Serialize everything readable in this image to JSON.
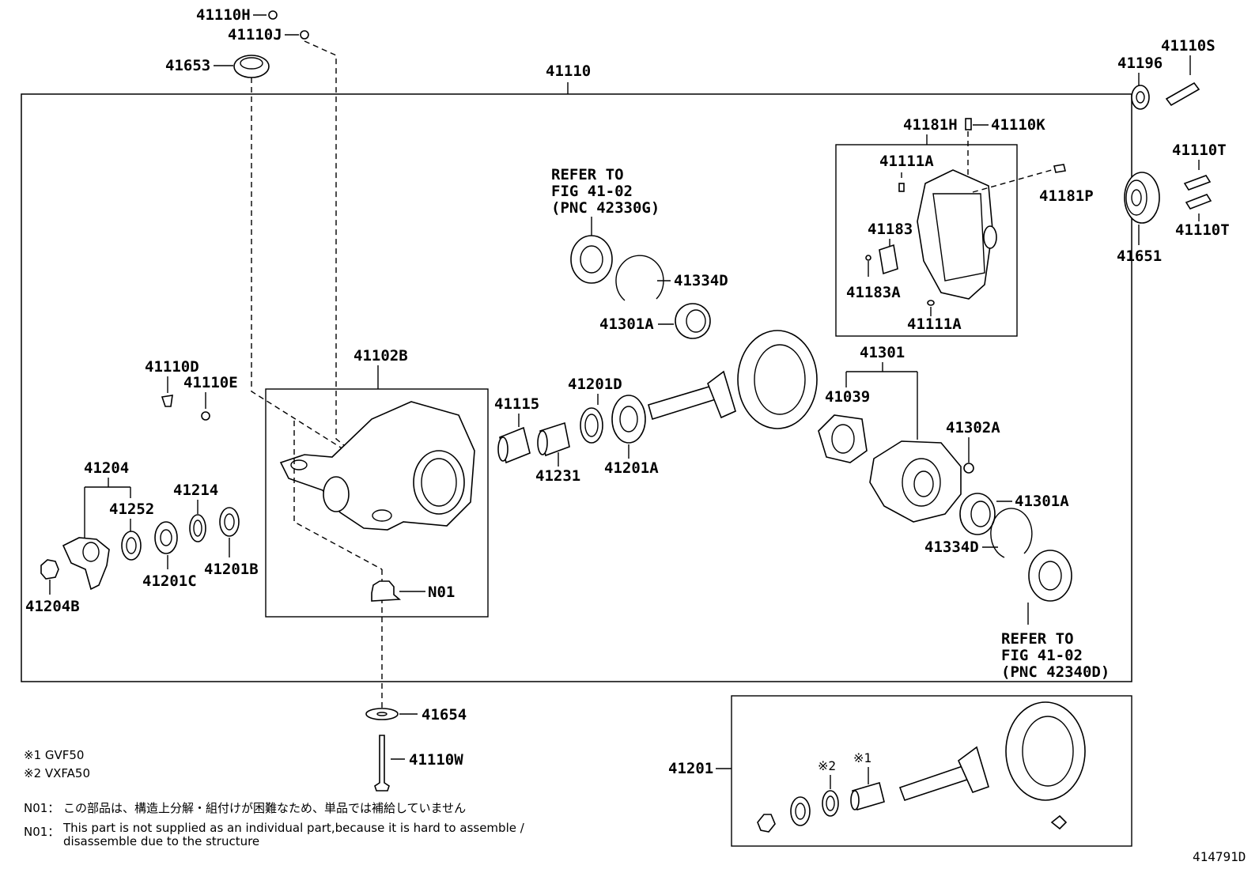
{
  "labels": {
    "l41110": "41110",
    "l41110H": "41110H",
    "l41110J": "41110J",
    "l41653": "41653",
    "l41196": "41196",
    "l41110S": "41110S",
    "l41181H": "41181H",
    "l41110K": "41110K",
    "l41111A_top": "41111A",
    "l41181P": "41181P",
    "l41183": "41183",
    "l41183A": "41183A",
    "l41111A_bot": "41111A",
    "l41110T_top": "41110T",
    "l41110T_bot": "41110T",
    "l41651": "41651",
    "l41334D_top": "41334D",
    "l41301A_top": "41301A",
    "l41110D": "41110D",
    "l41110E": "41110E",
    "l41102B": "41102B",
    "l41115": "41115",
    "l41201D": "41201D",
    "l41231": "41231",
    "l41201A": "41201A",
    "l41301": "41301",
    "l41039": "41039",
    "l41302A": "41302A",
    "l41301A_bot": "41301A",
    "l41334D_bot": "41334D",
    "l41204": "41204",
    "l41252": "41252",
    "l41214": "41214",
    "l41201C": "41201C",
    "l41201B": "41201B",
    "l41204B": "41204B",
    "lN01": "N01",
    "l41654": "41654",
    "l41110W": "41110W",
    "l41201": "41201"
  },
  "refer_top": [
    "REFER TO",
    "FIG 41-02",
    "(PNC 42330G)"
  ],
  "refer_bottom": [
    "REFER TO",
    "FIG 41-02",
    "(PNC 42340D)"
  ],
  "marks": {
    "m1": "※1",
    "m2": "※2"
  },
  "notes": {
    "variant1": "※1 GVF50",
    "variant2": "※2 VXFA50",
    "jp_label": "N01：",
    "jp_text": "この部品は、構造上分解・組付けが困難なため、単品では補給していません",
    "en_label": "N01：",
    "en_line1": "This part is not supplied as an individual part,because it is hard to assemble /",
    "en_line2": "disassemble due to the structure"
  },
  "figure_id": "414791D"
}
